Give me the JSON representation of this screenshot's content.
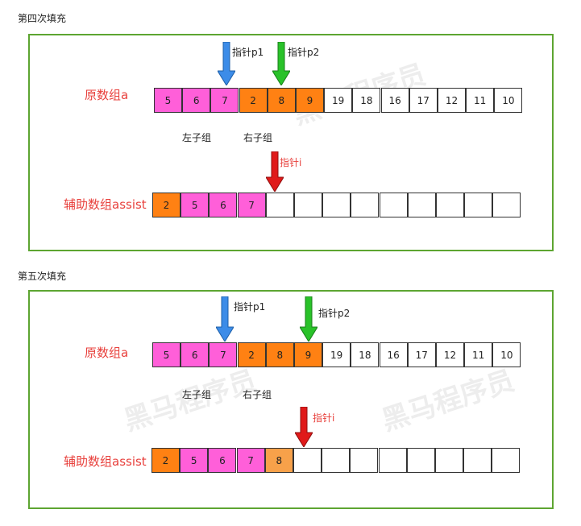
{
  "colors": {
    "pink": "#ff5fd9",
    "orange": "#ff8113",
    "light_orange": "#f7a14a",
    "white": "#ffffff",
    "blue_arrow": "#3c8ce8",
    "green_arrow": "#29c229",
    "red_arrow": "#e01a1a",
    "frame": "#5da531",
    "label_red": "#e8403c"
  },
  "steps": [
    {
      "title": "第四次填充",
      "array_label": "原数组a",
      "assist_label": "辅助数组assist",
      "left_label": "左子组",
      "right_label": "右子组",
      "pointer_p1": "指针p1",
      "pointer_p2": "指针p2",
      "pointer_i": "指针i",
      "array": [
        {
          "v": "5",
          "c": "pink"
        },
        {
          "v": "6",
          "c": "pink"
        },
        {
          "v": "7",
          "c": "pink"
        },
        {
          "v": "2",
          "c": "orange"
        },
        {
          "v": "8",
          "c": "orange"
        },
        {
          "v": "9",
          "c": "orange"
        },
        {
          "v": "19",
          "c": "white"
        },
        {
          "v": "18",
          "c": "white"
        },
        {
          "v": "16",
          "c": "white"
        },
        {
          "v": "17",
          "c": "white"
        },
        {
          "v": "12",
          "c": "white"
        },
        {
          "v": "11",
          "c": "white"
        },
        {
          "v": "10",
          "c": "white"
        }
      ],
      "assist": [
        {
          "v": "2",
          "c": "orange"
        },
        {
          "v": "5",
          "c": "pink"
        },
        {
          "v": "6",
          "c": "pink"
        },
        {
          "v": "7",
          "c": "pink"
        },
        {
          "v": "",
          "c": "white"
        },
        {
          "v": "",
          "c": "white"
        },
        {
          "v": "",
          "c": "white"
        },
        {
          "v": "",
          "c": "white"
        },
        {
          "v": "",
          "c": "white"
        },
        {
          "v": "",
          "c": "white"
        },
        {
          "v": "",
          "c": "white"
        },
        {
          "v": "",
          "c": "white"
        },
        {
          "v": "",
          "c": "white"
        }
      ]
    },
    {
      "title": "第五次填充",
      "array_label": "原数组a",
      "assist_label": "辅助数组assist",
      "left_label": "左子组",
      "right_label": "右子组",
      "pointer_p1": "指针p1",
      "pointer_p2": "指针p2",
      "pointer_i": "指针i",
      "array": [
        {
          "v": "5",
          "c": "pink"
        },
        {
          "v": "6",
          "c": "pink"
        },
        {
          "v": "7",
          "c": "pink"
        },
        {
          "v": "2",
          "c": "orange"
        },
        {
          "v": "8",
          "c": "orange"
        },
        {
          "v": "9",
          "c": "orange"
        },
        {
          "v": "19",
          "c": "white"
        },
        {
          "v": "18",
          "c": "white"
        },
        {
          "v": "16",
          "c": "white"
        },
        {
          "v": "17",
          "c": "white"
        },
        {
          "v": "12",
          "c": "white"
        },
        {
          "v": "11",
          "c": "white"
        },
        {
          "v": "10",
          "c": "white"
        }
      ],
      "assist": [
        {
          "v": "2",
          "c": "orange"
        },
        {
          "v": "5",
          "c": "pink"
        },
        {
          "v": "6",
          "c": "pink"
        },
        {
          "v": "7",
          "c": "pink"
        },
        {
          "v": "8",
          "c": "light_orange"
        },
        {
          "v": "",
          "c": "white"
        },
        {
          "v": "",
          "c": "white"
        },
        {
          "v": "",
          "c": "white"
        },
        {
          "v": "",
          "c": "white"
        },
        {
          "v": "",
          "c": "white"
        },
        {
          "v": "",
          "c": "white"
        },
        {
          "v": "",
          "c": "white"
        },
        {
          "v": "",
          "c": "white"
        }
      ]
    }
  ],
  "watermark_text": "黑马程序员"
}
